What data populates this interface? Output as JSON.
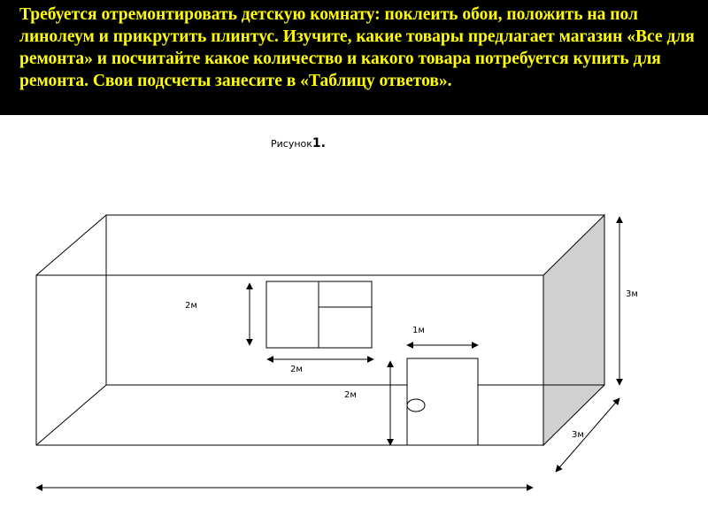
{
  "task": {
    "text": "Требуется отремонтировать детскую комнату: поклеить обои, положить на пол линолеум  и прикрутить плинтус. Изучите, какие товары предлагает магазин «Все для ремонта» и посчитайте какое количество и какого товара потребуется купить для ремонта. Свои подсчеты занесите в «Таблицу ответов»."
  },
  "figure": {
    "caption_word": "Рисунок",
    "caption_number": "1."
  },
  "dimensions": {
    "window_height": "2м",
    "window_width": "2м",
    "door_width": "1м",
    "door_height": "2м",
    "room_height": "3м",
    "room_depth": "3м"
  },
  "colors": {
    "banner_bg": "#000000",
    "banner_text": "#ffff00",
    "side_wall_fill": "#d0d0d0"
  }
}
